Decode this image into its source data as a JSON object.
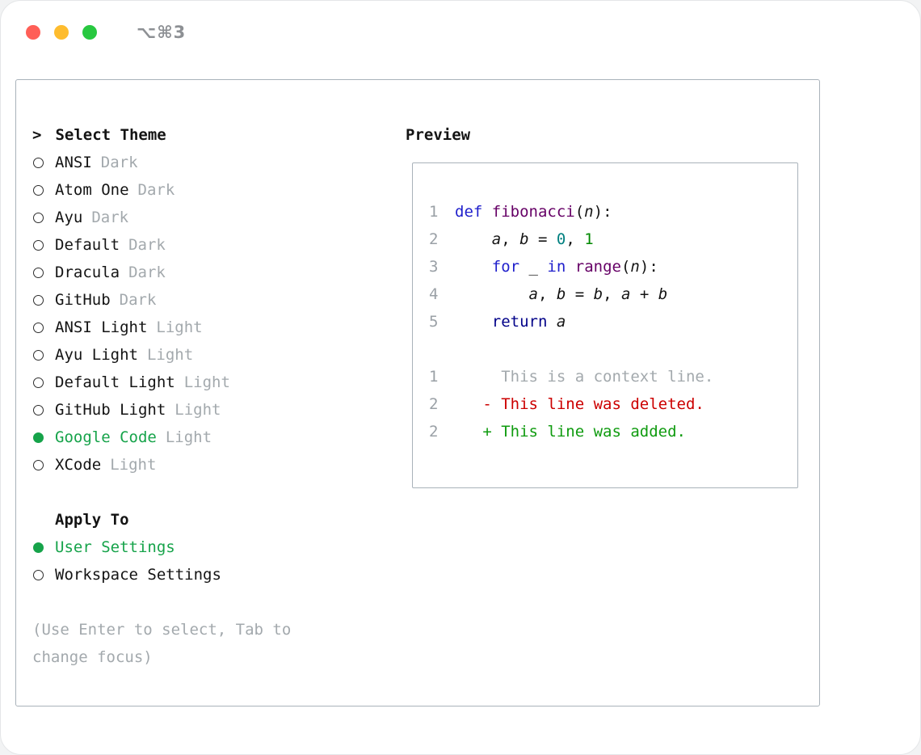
{
  "titlebar": {
    "shortcut": "⌥⌘3"
  },
  "selector": {
    "prompt": ">",
    "title": "Select Theme",
    "themes": [
      {
        "name": "ANSI",
        "variant": "Dark",
        "selected": false
      },
      {
        "name": "Atom One",
        "variant": "Dark",
        "selected": false
      },
      {
        "name": "Ayu",
        "variant": "Dark",
        "selected": false
      },
      {
        "name": "Default",
        "variant": "Dark",
        "selected": false
      },
      {
        "name": "Dracula",
        "variant": "Dark",
        "selected": false
      },
      {
        "name": "GitHub",
        "variant": "Dark",
        "selected": false
      },
      {
        "name": "ANSI Light",
        "variant": "Light",
        "selected": false
      },
      {
        "name": "Ayu Light",
        "variant": "Light",
        "selected": false
      },
      {
        "name": "Default Light",
        "variant": "Light",
        "selected": false
      },
      {
        "name": "GitHub Light",
        "variant": "Light",
        "selected": false
      },
      {
        "name": "Google Code",
        "variant": "Light",
        "selected": true
      },
      {
        "name": "XCode",
        "variant": "Light",
        "selected": false
      }
    ],
    "apply": {
      "title": "Apply To",
      "options": [
        {
          "label": "User Settings",
          "selected": true
        },
        {
          "label": "Workspace Settings",
          "selected": false
        }
      ]
    },
    "hint_lines": [
      "(Use Enter to select, Tab to",
      "change focus)"
    ]
  },
  "preview": {
    "title": "Preview",
    "lines": [
      {
        "num": "1",
        "tokens": [
          [
            "kw",
            "def "
          ],
          [
            "fn",
            "fibonacci"
          ],
          [
            "pl",
            "("
          ],
          [
            "var",
            "n"
          ],
          [
            "pl",
            "):"
          ]
        ]
      },
      {
        "num": "2",
        "tokens": [
          [
            "pl",
            "    "
          ],
          [
            "var",
            "a"
          ],
          [
            "pl",
            ", "
          ],
          [
            "var",
            "b"
          ],
          [
            "pl",
            " = "
          ],
          [
            "n0",
            "0"
          ],
          [
            "pl",
            ", "
          ],
          [
            "n1",
            "1"
          ]
        ]
      },
      {
        "num": "3",
        "tokens": [
          [
            "pl",
            "    "
          ],
          [
            "kw",
            "for"
          ],
          [
            "pl",
            " _ "
          ],
          [
            "kw",
            "in"
          ],
          [
            "pl",
            " "
          ],
          [
            "typ",
            "range"
          ],
          [
            "pl",
            "("
          ],
          [
            "var",
            "n"
          ],
          [
            "pl",
            "):"
          ]
        ]
      },
      {
        "num": "4",
        "tokens": [
          [
            "pl",
            "        "
          ],
          [
            "var",
            "a"
          ],
          [
            "pl",
            ", "
          ],
          [
            "var",
            "b"
          ],
          [
            "pl",
            " = "
          ],
          [
            "var",
            "b"
          ],
          [
            "pl",
            ", "
          ],
          [
            "var",
            "a"
          ],
          [
            "pl",
            " + "
          ],
          [
            "var",
            "b"
          ]
        ]
      },
      {
        "num": "5",
        "tokens": [
          [
            "pl",
            "    "
          ],
          [
            "kw2",
            "return"
          ],
          [
            "pl",
            " "
          ],
          [
            "var",
            "a"
          ]
        ]
      },
      {
        "num": "",
        "tokens": []
      },
      {
        "num": "1",
        "tokens": [
          [
            "ctx",
            "     This is a context line."
          ]
        ]
      },
      {
        "num": "2",
        "tokens": [
          [
            "del",
            "   - This line was deleted."
          ]
        ]
      },
      {
        "num": "2",
        "tokens": [
          [
            "add",
            "   + This line was added."
          ]
        ]
      }
    ]
  },
  "colors": {
    "accent-green": "#16a34a",
    "diff-red": "#cc0000",
    "diff-green": "#0f9b0f",
    "muted": "#a3a9ad",
    "line-number": "#9aa0a6",
    "keyword": "#2020cc",
    "keyword-alt": "#000088",
    "function": "#660066",
    "literal-teal": "#008080",
    "literal-green": "#008800",
    "panel-border": "#a9b2ba",
    "tl-red": "#ff5f57",
    "tl-yellow": "#febc2e",
    "tl-green": "#28c840"
  }
}
